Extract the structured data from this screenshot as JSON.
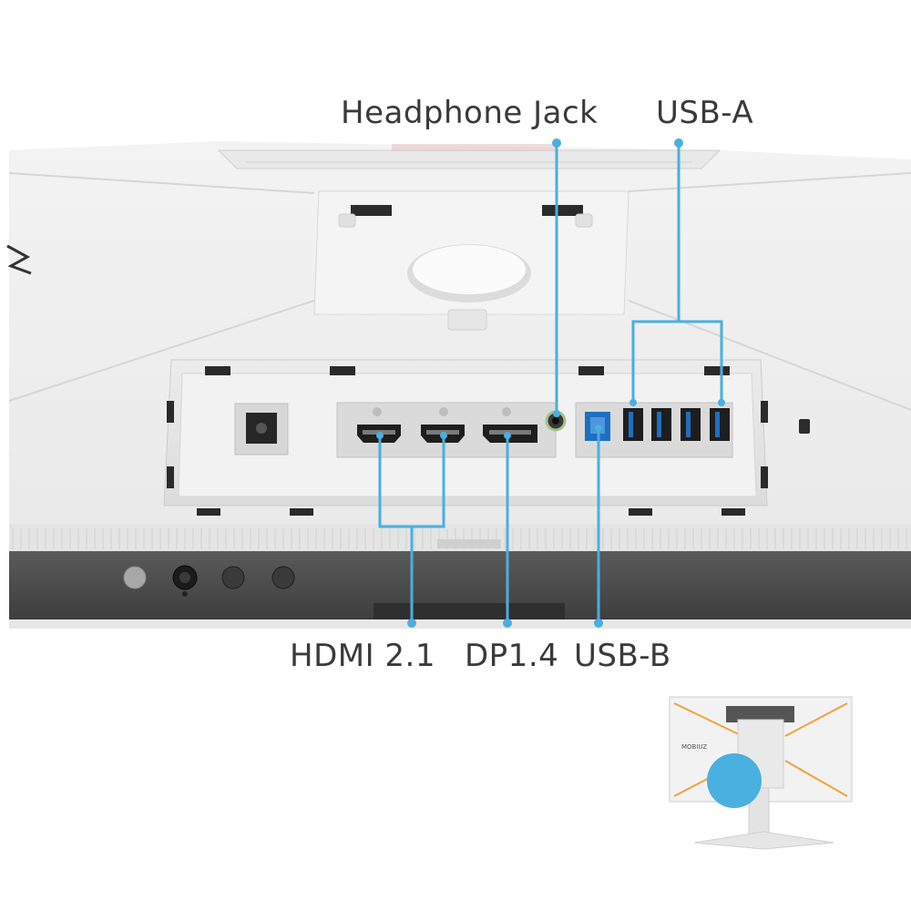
{
  "callouts": {
    "headphone_jack": "Headphone Jack",
    "usb_a": "USB-A",
    "hdmi": "HDMI 2.1",
    "dp": "DP1.4",
    "usb_b": "USB-B"
  },
  "thumbnail": {
    "brand_mark": "MOBIUZ"
  },
  "colors": {
    "callout_line": "#4aaee0",
    "accent_orange": "#f2a23a",
    "usb_blue": "#1f6fc0",
    "highlight_disc": "#4ab0e0"
  }
}
